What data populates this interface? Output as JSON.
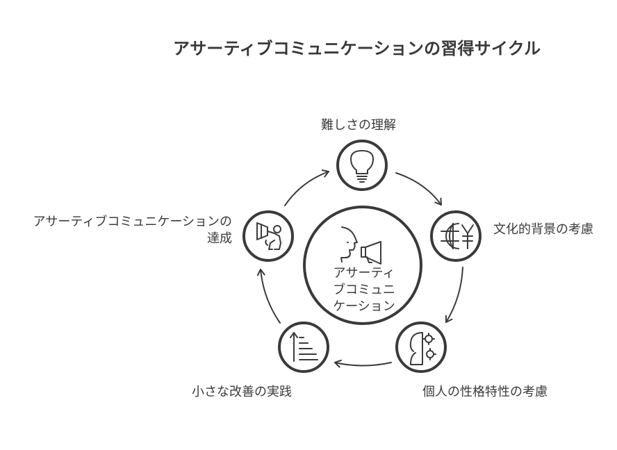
{
  "title": "アサーティブコミュニケーションの習得サイクル",
  "center": {
    "lines": [
      "アサーティ",
      "ブコミュニ",
      "ケーション"
    ],
    "icon": "speaker-megaphone-icon"
  },
  "steps": [
    {
      "label": "難しさの理解",
      "icon": "lightbulb-icon"
    },
    {
      "label": "文化的背景の考慮",
      "icon": "globe-yen-icon"
    },
    {
      "label": "個人の性格特性の考慮",
      "icon": "head-gears-icon"
    },
    {
      "label": "小さな改善の実践",
      "icon": "bars-arrow-icon"
    },
    {
      "label_lines": [
        "アサーティブコミュニケーションの",
        "達成"
      ],
      "icon": "megaphone-person-icon"
    }
  ],
  "colors": {
    "stroke": "#3a3a3a",
    "background": "#ffffff"
  }
}
